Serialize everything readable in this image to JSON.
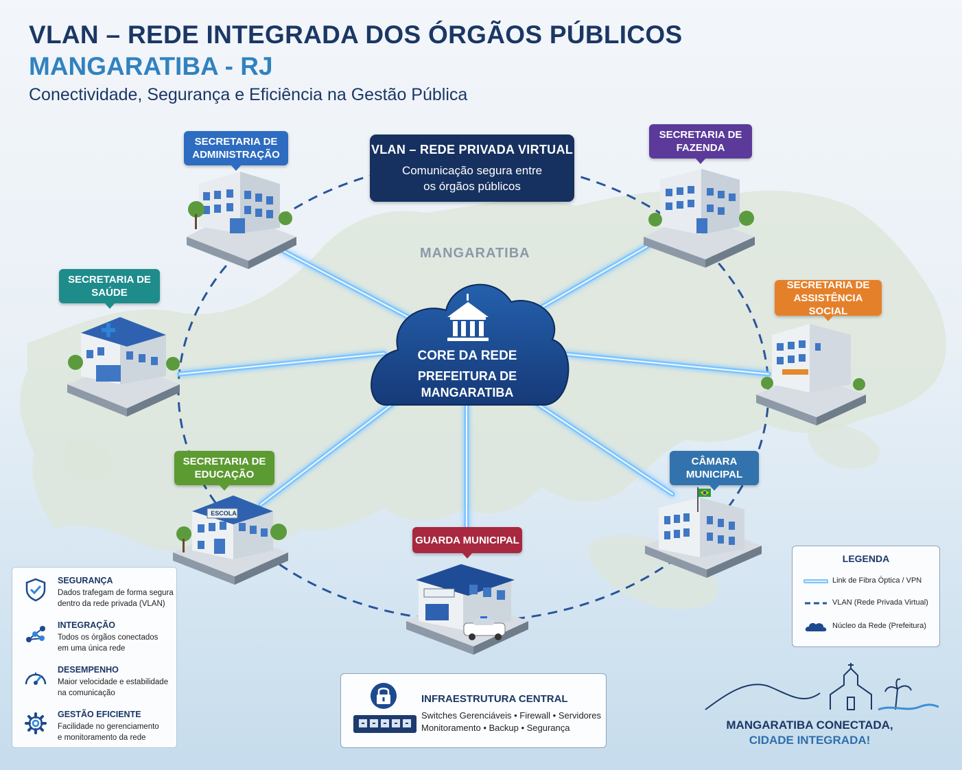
{
  "header": {
    "title": "VLAN – REDE INTEGRADA DOS ÓRGÃOS PÚBLICOS",
    "subtitle": "MANGARATIBA - RJ",
    "tagline": "Conectividade, Segurança e Eficiência na Gestão Pública"
  },
  "vlan_box": {
    "title": "VLAN – REDE PRIVADA VIRTUAL",
    "line1": "Comunicação segura entre",
    "line2": "os órgãos públicos"
  },
  "map_label": "MANGARATIBA",
  "core": {
    "title": "CORE DA REDE",
    "line1": "PREFEITURA DE",
    "line2": "MANGARATIBA"
  },
  "nodes": [
    {
      "line1": "SECRETARIA DE",
      "line2": "ADMINISTRAÇÃO",
      "color": "#2d6cc0",
      "icon": "office-building-icon"
    },
    {
      "line1": "SECRETARIA DE",
      "line2": "FAZENDA",
      "color": "#5b3a9a",
      "icon": "office-building-icon"
    },
    {
      "line1": "SECRETARIA DE",
      "line2": "SAÚDE",
      "color": "#1f8c8c",
      "icon": "hospital-icon"
    },
    {
      "line1": "SECRETARIA DE",
      "line2": "ASSISTÊNCIA SOCIAL",
      "color": "#e5802a",
      "icon": "office-building-icon"
    },
    {
      "line1": "SECRETARIA DE",
      "line2": "EDUCAÇÃO",
      "color": "#5c9a32",
      "icon": "school-icon",
      "sign": "ESCOLA"
    },
    {
      "line1": "CÂMARA",
      "line2": "MUNICIPAL",
      "color": "#3273ad",
      "icon": "city-hall-icon"
    },
    {
      "line1": "GUARDA MUNICIPAL",
      "line2": "",
      "color": "#a8283f",
      "icon": "police-station-icon"
    }
  ],
  "features": [
    {
      "title": "SEGURANÇA",
      "desc1": "Dados trafegam de forma segura",
      "desc2": "dentro da rede privada (VLAN)",
      "icon": "shield-check-icon"
    },
    {
      "title": "INTEGRAÇÃO",
      "desc1": "Todos os órgãos conectados",
      "desc2": "em uma única rede",
      "icon": "network-nodes-icon"
    },
    {
      "title": "DESEMPENHO",
      "desc1": "Maior velocidade e estabilidade",
      "desc2": "na comunicação",
      "icon": "speedometer-icon"
    },
    {
      "title": "GESTÃO EFICIENTE",
      "desc1": "Facilidade no gerenciamento",
      "desc2": "e monitoramento da rede",
      "icon": "gear-icon"
    }
  ],
  "legend": {
    "title": "LEGENDA",
    "items": [
      {
        "label": "Link de Fibra Óptica / VPN"
      },
      {
        "label": "VLAN (Rede Privada Virtual)"
      },
      {
        "label": "Núcleo da Rede (Prefeitura)"
      }
    ]
  },
  "infra": {
    "title": "INFRAESTRUTURA CENTRAL",
    "line1": "Switches Gerenciáveis • Firewall • Servidores",
    "line2": "Monitoramento • Backup • Segurança"
  },
  "slogan": {
    "line1": "MANGARATIBA CONECTADA,",
    "line2": "CIDADE INTEGRADA!",
    "color1": "#1b3764",
    "color2": "#2f6ead"
  },
  "colors": {
    "navy": "#163160",
    "core_cloud": "#1b4a8f",
    "fiber_link": "#7cc4ff",
    "vlan_ring": "#27559a",
    "land": "#dfe7dc"
  }
}
